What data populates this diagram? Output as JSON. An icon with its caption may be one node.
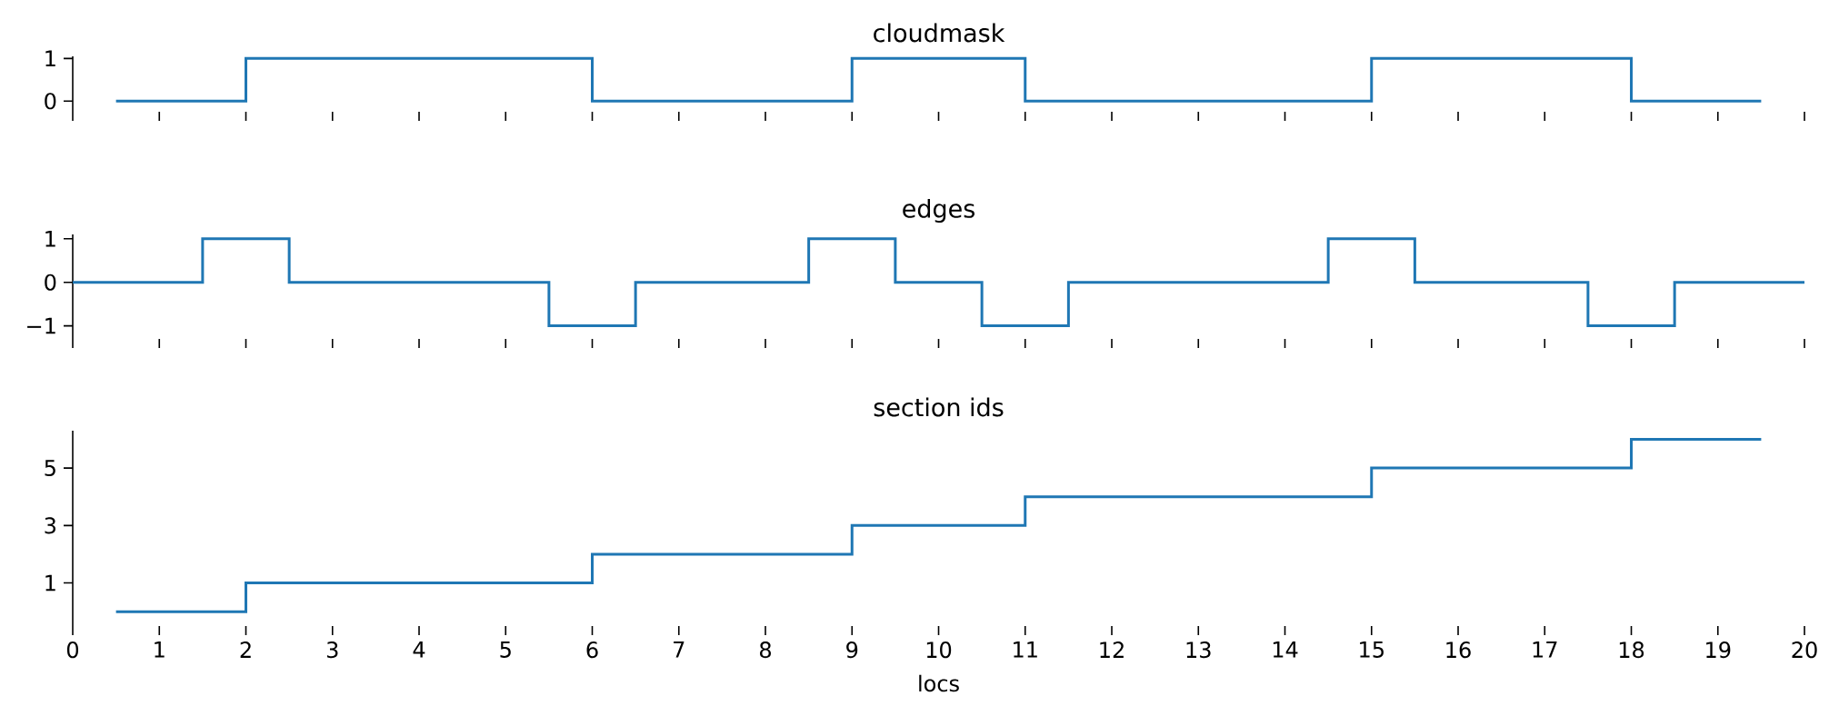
{
  "diagram": {
    "chart_data": [
      {
        "type": "line",
        "title": "cloudmask",
        "x": [
          0.5,
          2,
          2,
          6,
          6,
          9,
          9,
          11,
          11,
          15,
          15,
          18,
          18,
          19.5
        ],
        "series": [
          {
            "color": "#1f77b4",
            "values": [
              0,
              0,
              1,
              1,
              0,
              0,
              1,
              1,
              0,
              0,
              1,
              1,
              0,
              0
            ]
          }
        ],
        "xlim": [
          0,
          20
        ],
        "ylim": [
          -0.25,
          1.05
        ],
        "yticks": [
          0,
          1
        ]
      },
      {
        "type": "line",
        "title": "edges",
        "x": [
          0,
          1.5,
          1.5,
          2.5,
          2.5,
          5.5,
          5.5,
          6.5,
          6.5,
          8.5,
          8.5,
          9.5,
          9.5,
          10.5,
          10.5,
          11.5,
          11.5,
          14.5,
          14.5,
          15.5,
          15.5,
          17.5,
          17.5,
          18.5,
          18.5,
          20
        ],
        "series": [
          {
            "color": "#1f77b4",
            "values": [
              0,
              0,
              1,
              1,
              0,
              0,
              -1,
              -1,
              0,
              0,
              1,
              1,
              0,
              0,
              -1,
              -1,
              0,
              0,
              1,
              1,
              0,
              0,
              -1,
              -1,
              0,
              0
            ]
          }
        ],
        "xlim": [
          0,
          20
        ],
        "ylim": [
          -1.3,
          1.1
        ],
        "yticks": [
          -1,
          0,
          1
        ]
      },
      {
        "type": "line",
        "title": "section ids",
        "xlabel": "locs",
        "x": [
          0.5,
          2,
          2,
          6,
          6,
          9,
          9,
          11,
          11,
          15,
          15,
          18,
          18,
          19.5
        ],
        "series": [
          {
            "color": "#1f77b4",
            "values": [
              0,
              0,
              1,
              1,
              2,
              2,
              3,
              3,
              4,
              4,
              5,
              5,
              6,
              6
            ]
          }
        ],
        "xlim": [
          0,
          20
        ],
        "ylim": [
          -0.5,
          6.3
        ],
        "xticks": [
          0,
          1,
          2,
          3,
          4,
          5,
          6,
          7,
          8,
          9,
          10,
          11,
          12,
          13,
          14,
          15,
          16,
          17,
          18,
          19,
          20
        ],
        "yticks": [
          1,
          3,
          5
        ]
      }
    ]
  }
}
